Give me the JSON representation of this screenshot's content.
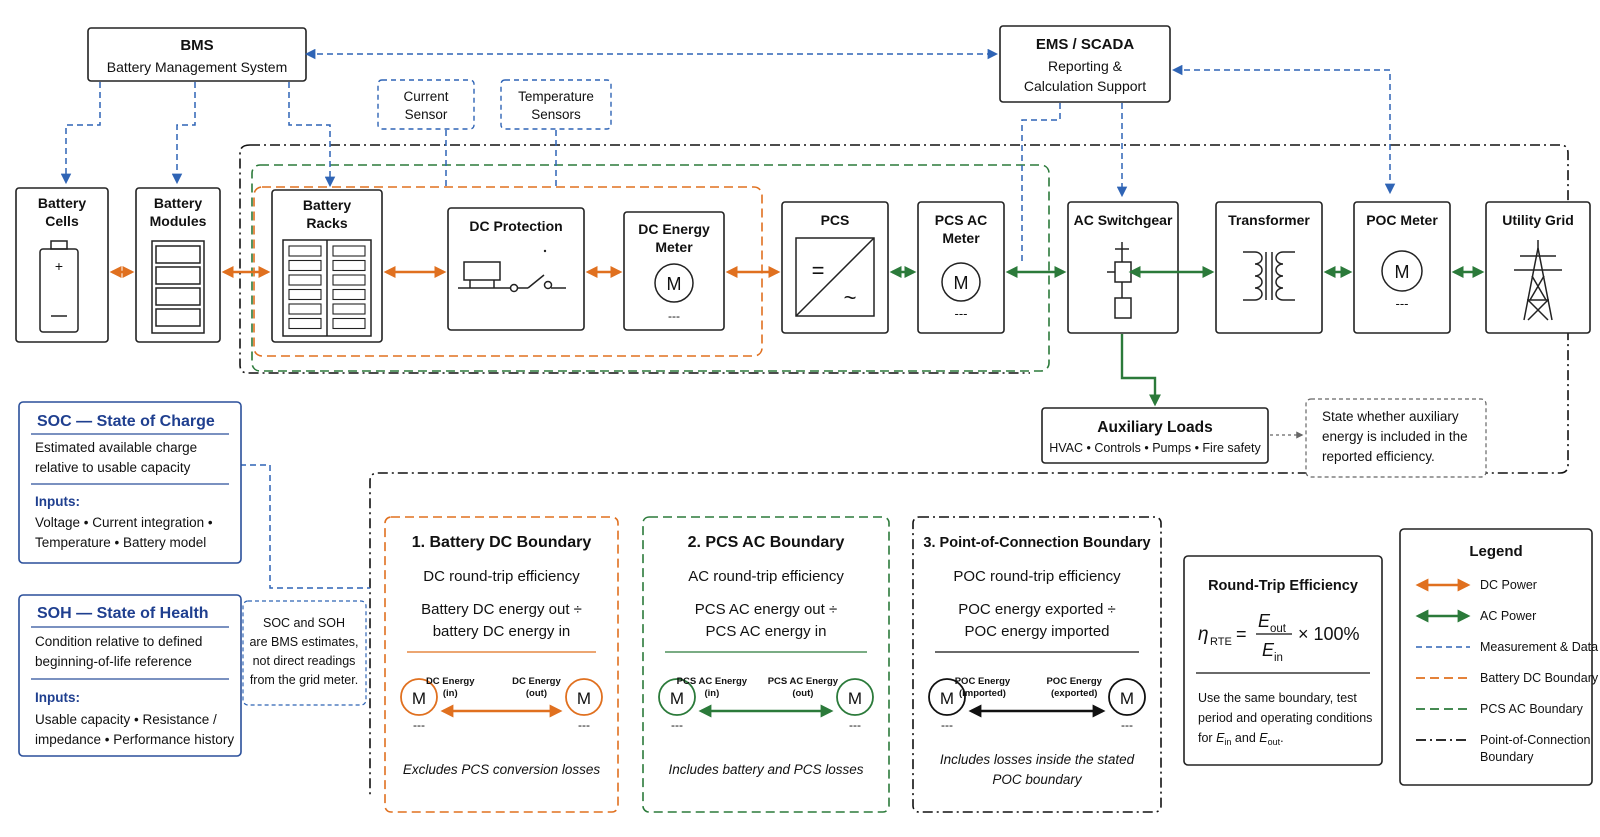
{
  "bms": {
    "title": "BMS",
    "subtitle": "Battery Management System"
  },
  "ems": {
    "title": "EMS / SCADA",
    "line1": "Reporting &",
    "line2": "Calculation Support"
  },
  "sensors": {
    "current_l1": "Current",
    "current_l2": "Sensor",
    "temp_l1": "Temperature",
    "temp_l2": "Sensors"
  },
  "components": {
    "cells": [
      "Battery",
      "Cells"
    ],
    "modules": [
      "Battery",
      "Modules"
    ],
    "racks": [
      "Battery",
      "Racks"
    ],
    "dcprot": [
      "DC Protection"
    ],
    "dcmeter": [
      "DC Energy",
      "Meter"
    ],
    "pcs": [
      "PCS"
    ],
    "pcsac": [
      "PCS AC",
      "Meter"
    ],
    "acsw": [
      "AC Switchgear"
    ],
    "transformer": [
      "Transformer"
    ],
    "poc": [
      "POC Meter"
    ],
    "grid": [
      "Utility Grid"
    ]
  },
  "meter_symbol": "M",
  "meter_dash": "---",
  "pcs_dc_symbol": "=",
  "pcs_ac_symbol": "~",
  "aux": {
    "title": "Auxiliary Loads",
    "subtitle": "HVAC • Controls • Pumps • Fire safety"
  },
  "aux_note": [
    "State whether auxiliary",
    "energy is included in the",
    "reported efficiency."
  ],
  "soc": {
    "title": "SOC — State of Charge",
    "desc": [
      "Estimated available charge",
      "relative to usable capacity"
    ],
    "inputs_label": "Inputs:",
    "inputs": [
      "Voltage • Current integration •",
      "Temperature • Battery model"
    ]
  },
  "soh": {
    "title": "SOH — State of Health",
    "desc": [
      "Condition relative to defined",
      "beginning-of-life reference"
    ],
    "inputs_label": "Inputs:",
    "inputs": [
      "Usable capacity • Resistance /",
      "impedance • Performance history"
    ]
  },
  "estimate_note": [
    "SOC and SOH",
    "are BMS estimates,",
    "not direct readings",
    "from the grid meter."
  ],
  "boundaries": [
    {
      "title": "1. Battery DC Boundary",
      "sub": "DC round-trip efficiency",
      "formula": [
        "Battery DC energy out ÷",
        "battery DC energy in"
      ],
      "left_label": [
        "DC Energy",
        "(in)"
      ],
      "right_label": [
        "DC Energy",
        "(out)"
      ],
      "note": [
        "Excludes PCS conversion losses"
      ],
      "color": "#e0701f"
    },
    {
      "title": "2. PCS AC Boundary",
      "sub": "AC round-trip efficiency",
      "formula": [
        "PCS AC energy out ÷",
        "PCS AC energy in"
      ],
      "left_label": [
        "PCS AC Energy",
        "(in)"
      ],
      "right_label": [
        "PCS AC Energy",
        "(out)"
      ],
      "note": [
        "Includes battery and PCS losses"
      ],
      "color": "#2b7a3a"
    },
    {
      "title": "3. Point-of-Connection Boundary",
      "sub": "POC round-trip efficiency",
      "formula": [
        "POC energy exported ÷",
        "POC energy imported"
      ],
      "left_label": [
        "POC Energy",
        "(imported)"
      ],
      "right_label": [
        "POC Energy",
        "(exported)"
      ],
      "note": [
        "Includes losses inside the stated",
        "POC boundary"
      ],
      "color": "#111111"
    }
  ],
  "rte": {
    "title": "Round-Trip Efficiency",
    "eta": "η",
    "eta_sub": "RTE",
    "equals": "=",
    "E": "E",
    "out_sub": "out",
    "in_sub": "in",
    "times": "× 100%",
    "note": [
      "Use the same boundary, test",
      "period and operating conditions"
    ],
    "note_for": "for",
    "note_and": "and",
    "note_end": "."
  },
  "legend": {
    "title": "Legend",
    "items": [
      {
        "label": [
          "DC Power"
        ],
        "kind": "dc",
        "color": "#e0701f"
      },
      {
        "label": [
          "AC Power"
        ],
        "kind": "ac",
        "color": "#2b7a3a"
      },
      {
        "label": [
          "Measurement & Data"
        ],
        "kind": "meas",
        "color": "#2f64b5"
      },
      {
        "label": [
          "Battery DC Boundary"
        ],
        "kind": "dcb",
        "color": "#e0701f"
      },
      {
        "label": [
          "PCS AC Boundary"
        ],
        "kind": "acb",
        "color": "#2b7a3a"
      },
      {
        "label": [
          "Point-of-Connection",
          "Boundary"
        ],
        "kind": "poc",
        "color": "#111111"
      }
    ]
  }
}
